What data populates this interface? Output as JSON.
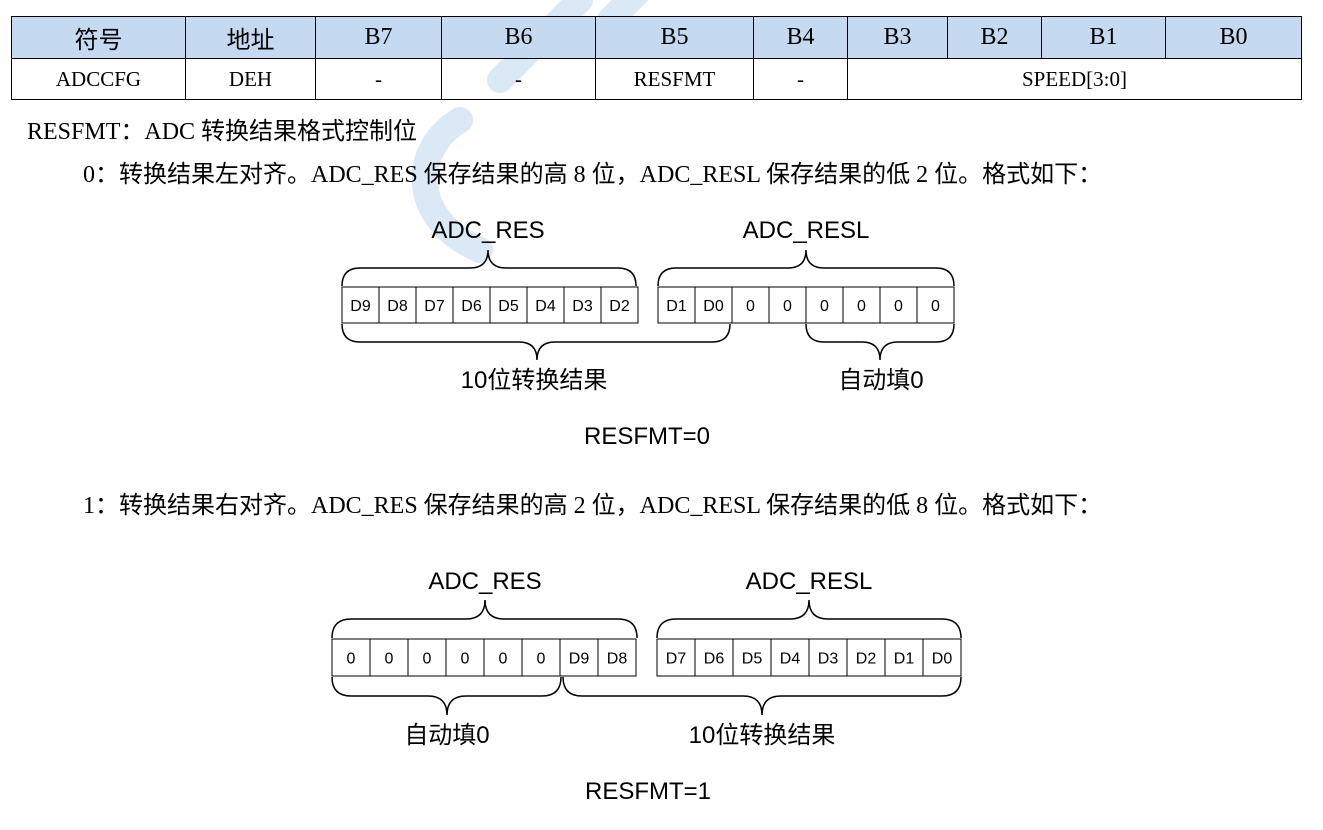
{
  "register_table": {
    "headers": [
      "符号",
      "地址",
      "B7",
      "B6",
      "B5",
      "B4",
      "B3",
      "B2",
      "B1",
      "B0"
    ],
    "values": [
      "ADCCFG",
      "DEH",
      "-",
      "-",
      "RESFMT",
      "-",
      "SPEED[3:0]"
    ]
  },
  "desc": {
    "title": "RESFMT：ADC 转换结果格式控制位",
    "option0": "0：转换结果左对齐。ADC_RES 保存结果的高 8 位，ADC_RESL 保存结果的低 2 位。格式如下：",
    "option1": "1：转换结果右对齐。ADC_RES 保存结果的高 2 位，ADC_RESL 保存结果的低 8 位。格式如下："
  },
  "diagram0": {
    "top_label_left": "ADC_RES",
    "top_label_right": "ADC_RESL",
    "res_bits": [
      "D9",
      "D8",
      "D7",
      "D6",
      "D5",
      "D4",
      "D3",
      "D2"
    ],
    "resl_bits": [
      "D1",
      "D0",
      "0",
      "0",
      "0",
      "0",
      "0",
      "0"
    ],
    "bottom_label_result": "10位转换结果",
    "bottom_label_fill": "自动填0",
    "caption": "RESFMT=0"
  },
  "diagram1": {
    "top_label_left": "ADC_RES",
    "top_label_right": "ADC_RESL",
    "res_bits": [
      "0",
      "0",
      "0",
      "0",
      "0",
      "0",
      "D9",
      "D8"
    ],
    "resl_bits": [
      "D7",
      "D6",
      "D5",
      "D4",
      "D3",
      "D2",
      "D1",
      "D0"
    ],
    "bottom_label_fill": "自动填0",
    "bottom_label_result": "10位转换结果",
    "caption": "RESFMT=1"
  },
  "colors": {
    "header_fill": "#c5d9f1",
    "watermark": "#dbe8f5"
  }
}
